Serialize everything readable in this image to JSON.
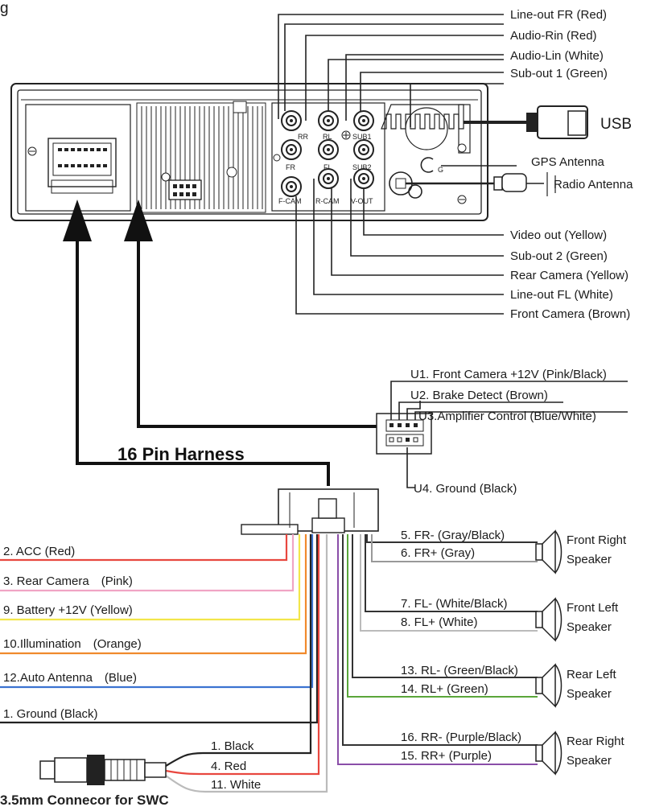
{
  "top_cut_text": "g",
  "rca_jacks": [
    "RR",
    "RL",
    "SUB1",
    "FR",
    "FL",
    "SUB2",
    "F-CAM",
    "R-CAM",
    "V-OUT"
  ],
  "top_labels": {
    "line_out_fr": "Line-out FR (Red)",
    "audio_rin": "Audio-Rin (Red)",
    "audio_lin": "Audio-Lin (White)",
    "sub_out_1": "Sub-out 1 (Green)",
    "usb": "USB",
    "gps": "GPS Antenna",
    "radio": "Radio Antenna",
    "gps_mark": "G"
  },
  "rear_labels": {
    "video_out": "Video out (Yellow)",
    "sub_out_2": "Sub-out 2 (Green)",
    "rear_camera": "Rear Camera (Yellow)",
    "line_out_fl": "Line-out FL (White)",
    "front_camera": "Front Camera (Brown)"
  },
  "small_harness": {
    "u1": "U1. Front Camera +12V (Pink/Black)",
    "u2": "U2. Brake Detect (Brown)",
    "u3": "U3.Amplifier Control (Blue/White)",
    "u4": "U4. Ground (Black)"
  },
  "harness_title": "16 Pin Harness",
  "left_wires": [
    {
      "label": "2. ACC (Red)",
      "color": "#e8473f"
    },
    {
      "label": "3. Rear Camera　(Pink)",
      "color": "#f0a4c4"
    },
    {
      "label": "9. Battery +12V (Yellow)",
      "color": "#f2e64a"
    },
    {
      "label": "10.Illumination　(Orange)",
      "color": "#f08a2c"
    },
    {
      "label": "12.Auto Antenna　(Blue)",
      "color": "#3b73d1"
    },
    {
      "label": "1. Ground (Black)",
      "color": "#222222"
    }
  ],
  "speaker_wires": [
    {
      "label": "5. FR- (Gray/Black)",
      "color": "#333333"
    },
    {
      "label": "6. FR+ (Gray)",
      "color": "#999999"
    },
    {
      "label": "7. FL- (White/Black)",
      "color": "#333333"
    },
    {
      "label": "8. FL+ (White)",
      "color": "#bbbbbb"
    },
    {
      "label": "13. RL- (Green/Black)",
      "color": "#333333"
    },
    {
      "label": "14. RL+ (Green)",
      "color": "#5aa63a"
    },
    {
      "label": "16. RR- (Purple/Black)",
      "color": "#333333"
    },
    {
      "label": "15. RR+ (Purple)",
      "color": "#8a4ea8"
    }
  ],
  "speakers": [
    {
      "line1": "Front Right",
      "line2": "Speaker"
    },
    {
      "line1": "Front Left",
      "line2": "Speaker"
    },
    {
      "line1": "Rear Left",
      "line2": "Speaker"
    },
    {
      "line1": "Rear Right",
      "line2": "Speaker"
    }
  ],
  "swc_wires": [
    {
      "label": "1. Black",
      "color": "#222222"
    },
    {
      "label": "4. Red",
      "color": "#e8473f"
    },
    {
      "label": "11. White",
      "color": "#bbbbbb"
    }
  ],
  "swc_caption": "3.5mm Connecor for SWC"
}
